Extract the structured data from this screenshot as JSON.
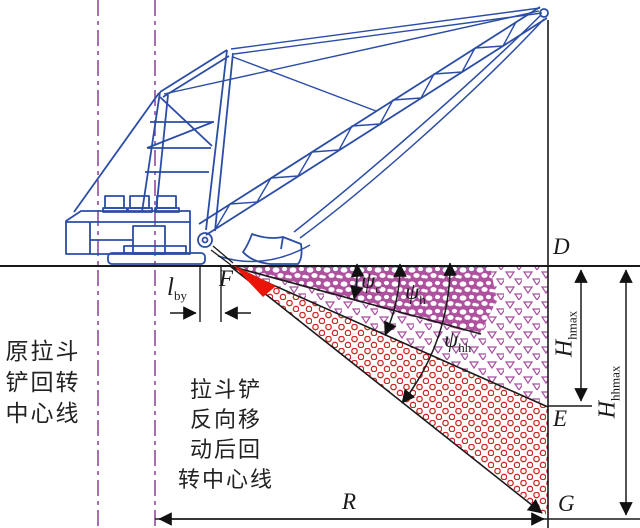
{
  "diagram": {
    "original_centerline": [
      "原拉斗",
      "铲回转",
      "中心线"
    ],
    "moved_centerline": [
      "拉斗铲",
      "反向移",
      "动后回",
      "转中心线"
    ],
    "points": {
      "f": "F",
      "d": "D",
      "e": "E",
      "g": "G"
    },
    "dims": {
      "offset": {
        "main": "l",
        "sub": "by"
      },
      "height_h": {
        "main": "H",
        "sub": "hmax"
      },
      "height_hh": {
        "main": "H",
        "sub": "hhmax"
      },
      "radius": "R"
    },
    "angles": {
      "c": {
        "main": "ψ",
        "sub": "c"
      },
      "h": {
        "main": "ψ",
        "sub": "h"
      },
      "hh": {
        "main": "ψ",
        "sub": "hh"
      }
    },
    "colors": {
      "machine_blue": "#2b4da6",
      "centerline_purple": "#8a3f98",
      "soil_magenta": "#b0519f",
      "triangle_magenta": "#a84fa0",
      "circle_red": "#cc2a25",
      "wedge_red": "#ea1408",
      "line_black": "#1a1a1a"
    }
  }
}
